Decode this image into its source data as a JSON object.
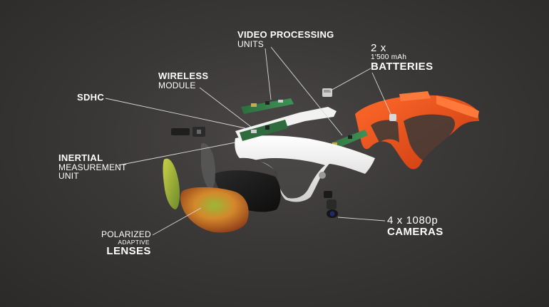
{
  "labels": {
    "video_processing": {
      "line1": "VIDEO PROCESSING",
      "line2": "UNITS"
    },
    "batteries": {
      "line1": "2 x",
      "line2": "1'500 mAh",
      "line3": "BATTERIES"
    },
    "wireless": {
      "line1": "WIRELESS",
      "line2": "MODULE"
    },
    "sdhc": {
      "line1": "SDHC"
    },
    "inertial": {
      "line1": "INERTIAL",
      "line2": "MEASUREMENT",
      "line3": "UNIT"
    },
    "polarized": {
      "line1": "POLARIZED",
      "line2": "ADAPTIVE",
      "line3": "LENSES"
    },
    "cameras": {
      "line1": "4 x 1080p",
      "line2": "CAMERAS"
    }
  },
  "colors": {
    "background": "#3a3837",
    "white_frame": "#eeeeee",
    "orange_frame": "#e84a1a",
    "pcb_green": "#2f7a45",
    "lens_yellow_green": "#b6c23a",
    "lens_orange": "#e07a2a",
    "callout_line": "#d8d8d8"
  }
}
